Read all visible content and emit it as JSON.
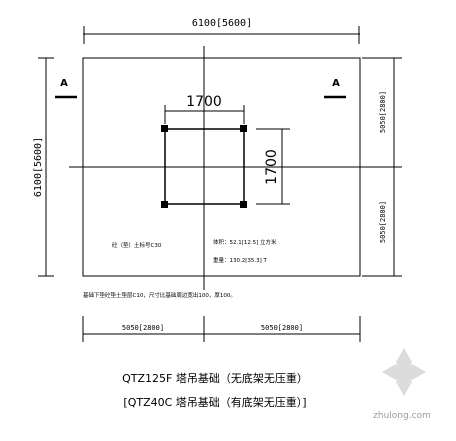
{
  "dimensions": {
    "top_width": "6100[5600]",
    "left_height": "6100[5600]",
    "center_square_width": "1700",
    "center_square_height": "1700",
    "right_upper_segment": "5050[2800]",
    "right_lower_segment": "5050[2800]",
    "bottom_left_segment": "5050[2800]",
    "bottom_right_segment": "5050[2800]"
  },
  "section_marks": {
    "left": "A",
    "right": "A"
  },
  "notes": {
    "concrete_grade": "砼（垫）土标号C30",
    "volume": "体积：52.1[12.5] 立方米",
    "weight": "重量：130.2[35.3] T",
    "bedding": "基础下垫砼垫土垫层C10，尺寸比基础周边宽出100，厚100。"
  },
  "captions": {
    "line1": "QTZ125F 塔吊基础（无底架无压重）",
    "line2": "[QTZ40C 塔吊基础（有底架无压重）]"
  },
  "watermark": {
    "text": "zhulong.com"
  }
}
